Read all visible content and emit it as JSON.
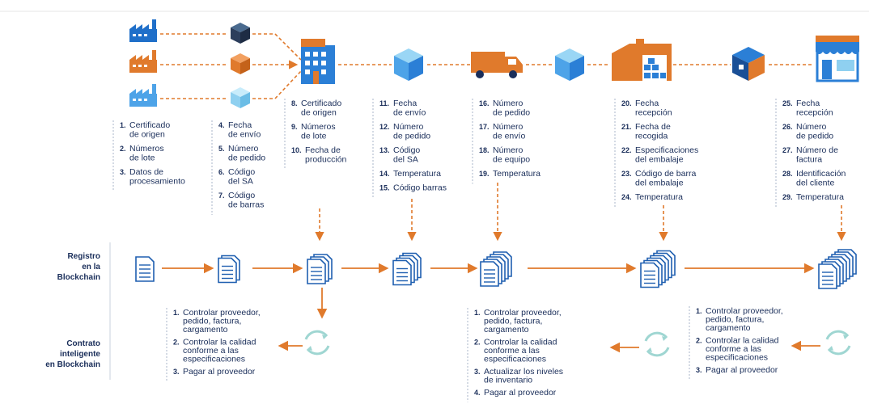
{
  "side_labels": {
    "registro": [
      "Registro",
      "en la",
      "Blockchain"
    ],
    "contrato": [
      "Contrato",
      "inteligente",
      "en Blockchain"
    ]
  },
  "stages": [
    {
      "items": [
        {
          "n": "1.",
          "t": [
            "Certificado",
            "de origen"
          ]
        },
        {
          "n": "2.",
          "t": [
            "Números",
            "de lote"
          ]
        },
        {
          "n": "3.",
          "t": [
            "Datos de",
            "procesamiento"
          ]
        }
      ]
    },
    {
      "items": [
        {
          "n": "4.",
          "t": [
            "Fecha",
            "de envío"
          ]
        },
        {
          "n": "5.",
          "t": [
            "Número",
            "de pedido"
          ]
        },
        {
          "n": "6.",
          "t": [
            "Código",
            "del SA"
          ]
        },
        {
          "n": "7.",
          "t": [
            "Código",
            "de barras"
          ]
        }
      ]
    },
    {
      "items": [
        {
          "n": "8.",
          "t": [
            "Certificado",
            "de origen"
          ]
        },
        {
          "n": "9.",
          "t": [
            "Números",
            "de lote"
          ]
        },
        {
          "n": "10.",
          "t": [
            "Fecha de",
            "producción"
          ]
        }
      ]
    },
    {
      "items": [
        {
          "n": "11.",
          "t": [
            "Fecha",
            "de envío"
          ]
        },
        {
          "n": "12.",
          "t": [
            "Número",
            "de pedido"
          ]
        },
        {
          "n": "13.",
          "t": [
            "Código",
            "del SA"
          ]
        },
        {
          "n": "14.",
          "t": [
            "Temperatura"
          ]
        },
        {
          "n": "15.",
          "t": [
            "Código barras"
          ]
        }
      ]
    },
    {
      "items": [
        {
          "n": "16.",
          "t": [
            "Número",
            "de pedido"
          ]
        },
        {
          "n": "17.",
          "t": [
            "Número",
            "de envío"
          ]
        },
        {
          "n": "18.",
          "t": [
            "Número",
            "de equipo"
          ]
        },
        {
          "n": "19.",
          "t": [
            "Temperatura"
          ]
        }
      ]
    },
    {
      "items": [
        {
          "n": "20.",
          "t": [
            "Fecha",
            "recepción"
          ]
        },
        {
          "n": "21.",
          "t": [
            "Fecha de",
            "recogida"
          ]
        },
        {
          "n": "22.",
          "t": [
            "Especificaciones",
            "del embalaje"
          ]
        },
        {
          "n": "23.",
          "t": [
            "Código de barra",
            "del embalaje"
          ]
        },
        {
          "n": "24.",
          "t": [
            "Temperatura"
          ]
        }
      ]
    },
    {
      "items": [
        {
          "n": "25.",
          "t": [
            "Fecha",
            "recepción"
          ]
        },
        {
          "n": "26.",
          "t": [
            "Número",
            "de pedido"
          ]
        },
        {
          "n": "27.",
          "t": [
            "Número de",
            "factura"
          ]
        },
        {
          "n": "28.",
          "t": [
            "Identificación",
            "del cliente"
          ]
        },
        {
          "n": "29.",
          "t": [
            "Temperatura"
          ]
        }
      ]
    }
  ],
  "contracts": [
    {
      "items": [
        {
          "n": "1.",
          "t": [
            "Controlar proveedor,",
            "pedido, factura,",
            "cargamento"
          ]
        },
        {
          "n": "2.",
          "t": [
            "Controlar la calidad",
            "conforme a las",
            "especificaciones"
          ]
        },
        {
          "n": "3.",
          "t": [
            "Pagar al proveedor"
          ]
        }
      ]
    },
    {
      "items": [
        {
          "n": "1.",
          "t": [
            "Controlar proveedor,",
            "pedido, factura,",
            "cargamento"
          ]
        },
        {
          "n": "2.",
          "t": [
            "Controlar la calidad",
            "conforme a las",
            "especificaciones"
          ]
        },
        {
          "n": "3.",
          "t": [
            "Actualizar los niveles",
            "de inventario"
          ]
        },
        {
          "n": "4.",
          "t": [
            "Pagar al proveedor"
          ]
        }
      ]
    },
    {
      "items": [
        {
          "n": "1.",
          "t": [
            "Controlar proveedor,",
            "pedido, factura,",
            "cargamento"
          ]
        },
        {
          "n": "2.",
          "t": [
            "Controlar la calidad",
            "conforme a las",
            "especificaciones"
          ]
        },
        {
          "n": "3.",
          "t": [
            "Pagar al proveedor"
          ]
        }
      ]
    }
  ],
  "colors": {
    "navy": "#1a2e5a",
    "blue": "#2b7fd6",
    "orange": "#e07a2c",
    "light_blue": "#8fd0f0",
    "teal": "#9fd6d2"
  }
}
